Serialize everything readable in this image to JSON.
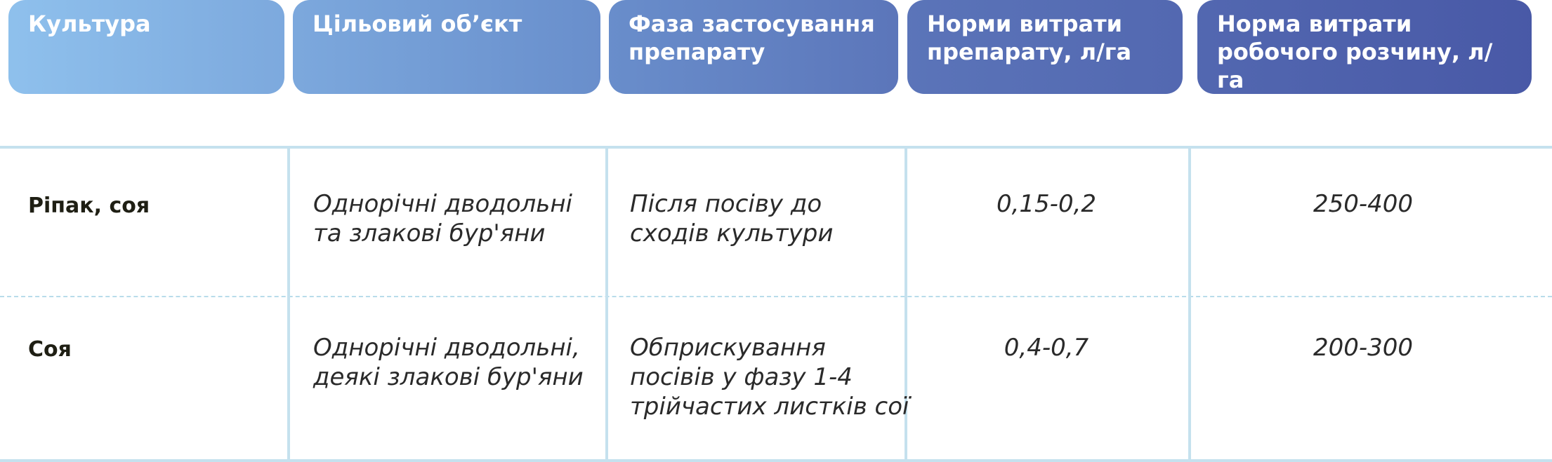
{
  "table": {
    "headers": [
      "Культура",
      "Цільовий об’єкт",
      "Фаза застосування\nпрепарату",
      "Норми витрати\nпрепарату, л/га",
      "Норма витрати\nробочого розчину, л/га"
    ],
    "rows": [
      {
        "crop": "Ріпак, соя",
        "target": "Однорічні дводольні\nта злакові бур'яни",
        "phase": "Після посіву до\nсходів культури",
        "dose": "0,15-0,2",
        "solution": "250-400"
      },
      {
        "crop": "Соя",
        "target": "Однорічні дводольні,\nдеякі злакові бур'яни",
        "phase": "Обприскування\nпосівів у фазу 1-4\nтрійчастих листків сої",
        "dose": "0,4-0,7",
        "solution": "200-300"
      }
    ]
  },
  "colors": {
    "header_gradient_start": "#8fc1ed",
    "header_gradient_end": "#4858a6",
    "grid_line": "#c5e1ee",
    "header_text": "#ffffff",
    "body_text": "#2a2a2a"
  }
}
